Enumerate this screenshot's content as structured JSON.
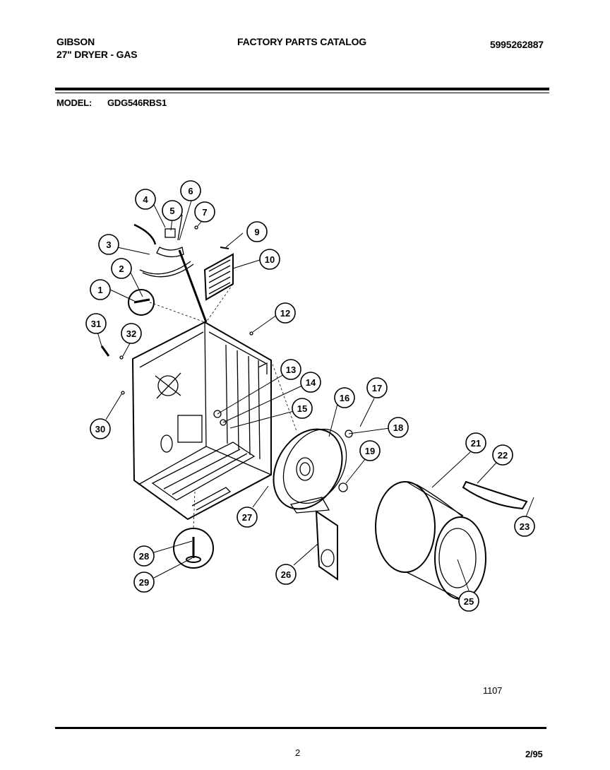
{
  "header": {
    "brand": "GIBSON",
    "product": "27\" DRYER - GAS",
    "catalog_title": "FACTORY PARTS CATALOG",
    "catalog_number": "5995262887",
    "model_label": "MODEL:",
    "model_number": "GDG546RBS1"
  },
  "diagram": {
    "callouts": [
      "1",
      "2",
      "3",
      "4",
      "5",
      "6",
      "7",
      "9",
      "10",
      "12",
      "13",
      "14",
      "15",
      "16",
      "17",
      "18",
      "19",
      "21",
      "22",
      "23",
      "25",
      "26",
      "27",
      "28",
      "29",
      "30",
      "31",
      "32"
    ],
    "figure_code": "1107"
  },
  "footer": {
    "page_number": "2",
    "date_code": "2/95"
  }
}
